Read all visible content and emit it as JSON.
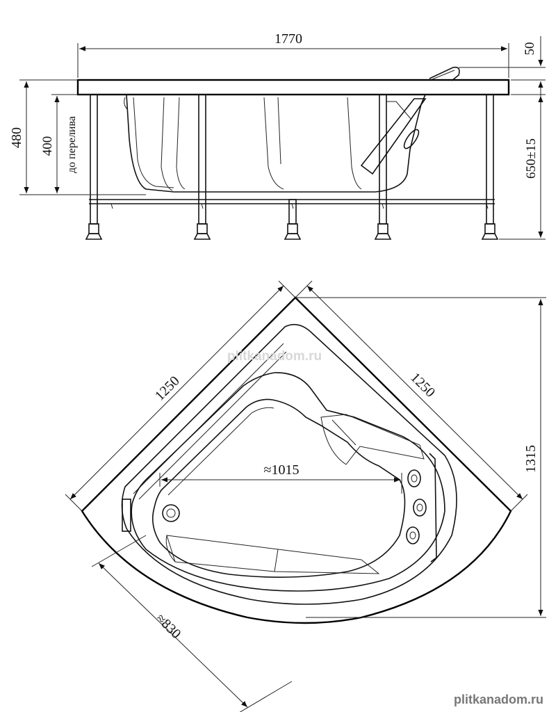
{
  "side_view": {
    "length_label": "1770",
    "rim_label": "50",
    "total_height_label": "480",
    "overflow_height_label": "400",
    "overflow_note": "до перелива",
    "leg_height_label": "650±15"
  },
  "top_view": {
    "side_a_label": "1250",
    "side_b_label": "1250",
    "diagonal_label": "1315",
    "inner_length_label": "≈1015",
    "inner_width_label": "≈830"
  },
  "watermark": {
    "center": "plitkanadom.ru",
    "corner": "plitkanadom.ru"
  },
  "colors": {
    "line": "#111111",
    "watermark_center": "#d8d8d8",
    "watermark_corner": "#777777"
  }
}
